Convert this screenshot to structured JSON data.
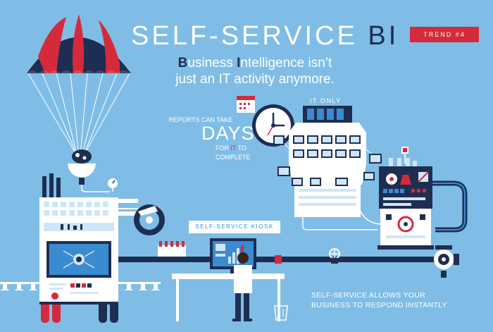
{
  "title": {
    "main": "SELF-SERVICE ",
    "accent": "BI"
  },
  "subtitle": {
    "cap1": "B",
    "part1": "usiness ",
    "cap2": "I",
    "part2": "ntelligence isn’t",
    "line2": "just an IT activity anymore."
  },
  "trend_badge": "TREND #4",
  "it_only_label": "IT ONLY",
  "reports": {
    "line1": "REPORTS CAN TAKE",
    "days": "DAYS",
    "for": "FOR ",
    "it": "IT",
    "to": " TO",
    "complete": "COMPLETE"
  },
  "kiosk_label": "SELF-SERVICE KIOSK",
  "bottom_text": {
    "line1": "SELF-SERVICE ALLOWS YOUR",
    "line2": "BUSINESS TO RESPOND INSTANTLY"
  },
  "colors": {
    "background": "#7fbde6",
    "navy": "#1e2e52",
    "red": "#d52a3b",
    "white": "#ffffff",
    "light_blue": "#cfe6f6"
  }
}
